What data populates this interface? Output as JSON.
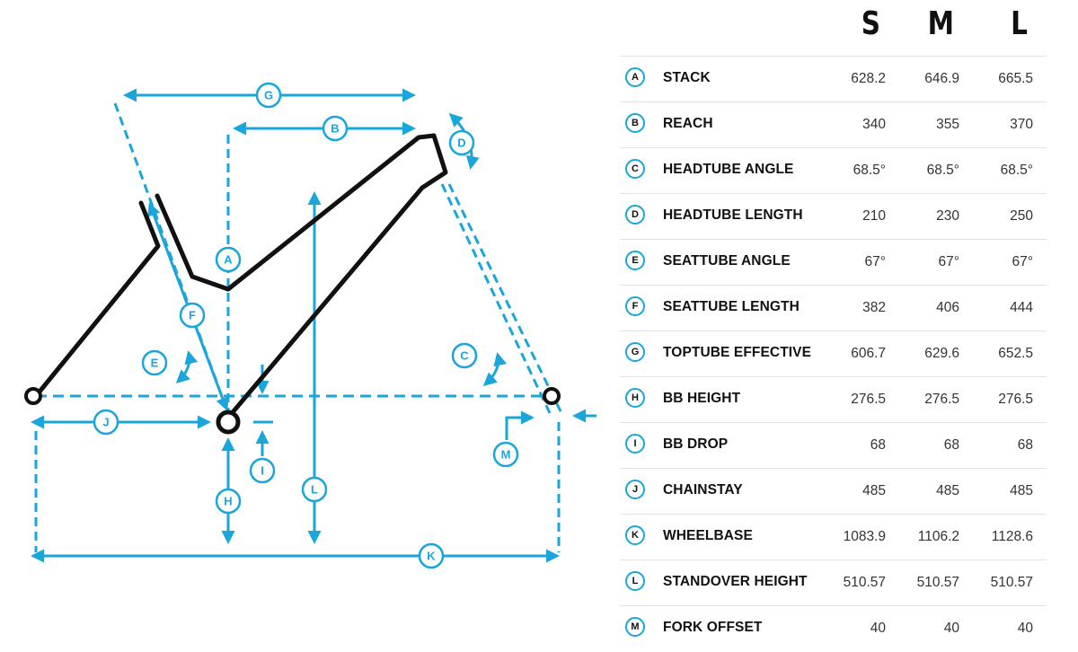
{
  "sizes": [
    "S",
    "M",
    "L"
  ],
  "rows": [
    {
      "letter": "A",
      "label": "STACK",
      "values": [
        "628.2",
        "646.9",
        "665.5"
      ]
    },
    {
      "letter": "B",
      "label": "REACH",
      "values": [
        "340",
        "355",
        "370"
      ]
    },
    {
      "letter": "C",
      "label": "HEADTUBE ANGLE",
      "values": [
        "68.5°",
        "68.5°",
        "68.5°"
      ]
    },
    {
      "letter": "D",
      "label": "HEADTUBE LENGTH",
      "values": [
        "210",
        "230",
        "250"
      ]
    },
    {
      "letter": "E",
      "label": "SEATTUBE ANGLE",
      "values": [
        "67°",
        "67°",
        "67°"
      ]
    },
    {
      "letter": "F",
      "label": "SEATTUBE LENGTH",
      "values": [
        "382",
        "406",
        "444"
      ]
    },
    {
      "letter": "G",
      "label": "TOPTUBE EFFECTIVE",
      "values": [
        "606.7",
        "629.6",
        "652.5"
      ]
    },
    {
      "letter": "H",
      "label": "BB HEIGHT",
      "values": [
        "276.5",
        "276.5",
        "276.5"
      ]
    },
    {
      "letter": "I",
      "label": "BB DROP",
      "values": [
        "68",
        "68",
        "68"
      ]
    },
    {
      "letter": "J",
      "label": "CHAINSTAY",
      "values": [
        "485",
        "485",
        "485"
      ]
    },
    {
      "letter": "K",
      "label": "WHEELBASE",
      "values": [
        "1083.9",
        "1106.2",
        "1128.6"
      ]
    },
    {
      "letter": "L",
      "label": "STANDOVER HEIGHT",
      "values": [
        "510.57",
        "510.57",
        "510.57"
      ]
    },
    {
      "letter": "M",
      "label": "FORK OFFSET",
      "values": [
        "40",
        "40",
        "40"
      ]
    }
  ],
  "diagram": {
    "accent_color": "#1aa6da",
    "frame_color": "#111111",
    "markers": [
      "A",
      "B",
      "C",
      "D",
      "E",
      "F",
      "G",
      "H",
      "I",
      "J",
      "K",
      "L",
      "M"
    ]
  }
}
